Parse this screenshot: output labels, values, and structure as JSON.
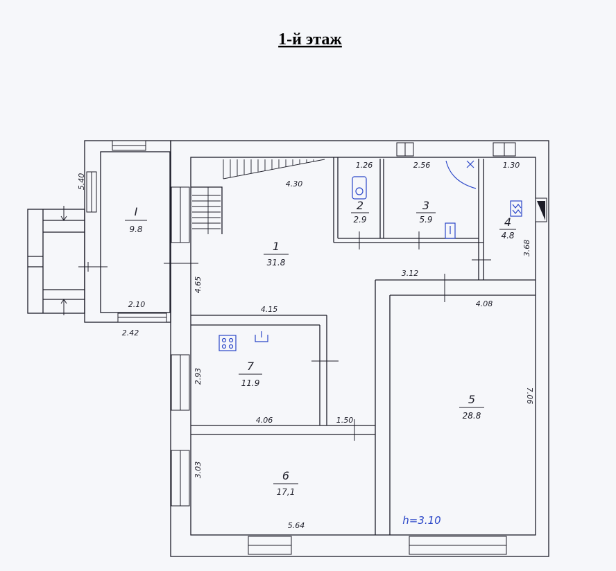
{
  "title": "1-й этаж",
  "rooms": [
    {
      "number": "I",
      "area": "9.8"
    },
    {
      "number": "1",
      "area": "31.8"
    },
    {
      "number": "2",
      "area": "2.9"
    },
    {
      "number": "3",
      "area": "5.9"
    },
    {
      "number": "4",
      "area": "4.8"
    },
    {
      "number": "5",
      "area": "28.8"
    },
    {
      "number": "6",
      "area": "17,1"
    },
    {
      "number": "7",
      "area": "11.9"
    }
  ],
  "dimensions": [
    "5.40",
    "2.10",
    "2.42",
    "4.30",
    "1.26",
    "2.56",
    "1.30",
    "3.68",
    "4.65",
    "3.12",
    "4.08",
    "4.15",
    "2.93",
    "4.06",
    "1.50",
    "7.06",
    "3.03",
    "5.64"
  ],
  "ceiling_height": "h=3.10",
  "colors": {
    "ink": "#1d1d28",
    "annotation": "#2a46c8",
    "paper": "#f6f7fa"
  }
}
